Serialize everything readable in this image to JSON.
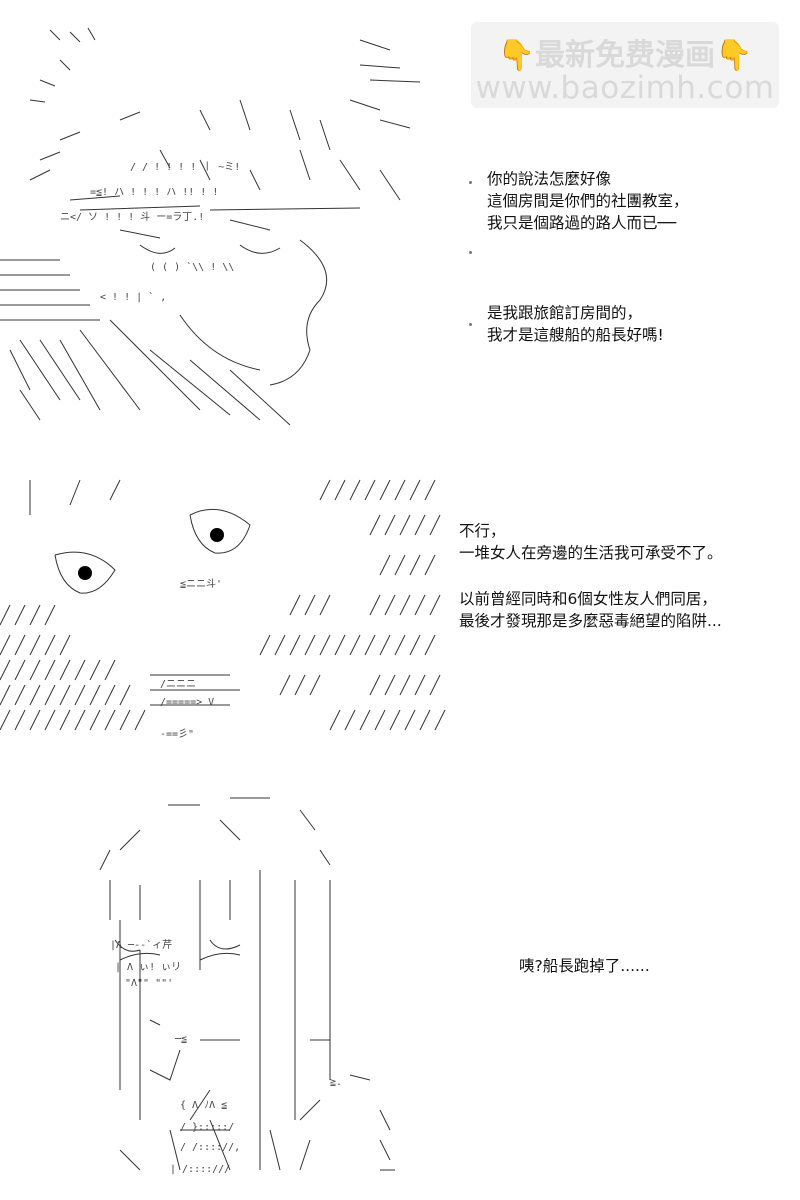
{
  "watermark": {
    "title": "最新免费漫画",
    "url": "www.baozimh.com",
    "left_icon": "pointing-hand-icon",
    "right_icon": "pointing-hand-icon",
    "icon_glyph": "👇"
  },
  "panel1": {
    "block1": [
      "你的說法怎麼好像",
      "這個房間是你們的社團教室，",
      "我只是個路過的路人而已──"
    ],
    "block2": [
      "是我跟旅館訂房間的，",
      "我才是這艘船的船長好嗎!"
    ]
  },
  "panel2": {
    "block1": [
      "不行，",
      "一堆女人在旁邊的生活我可承受不了。"
    ],
    "block2": [
      "以前曾經同時和6個女性友人們同居，",
      "最後才發現那是多麼惡毒絕望的陷阱..."
    ]
  },
  "panel3": {
    "block1": [
      "咦?船長跑掉了......"
    ]
  }
}
